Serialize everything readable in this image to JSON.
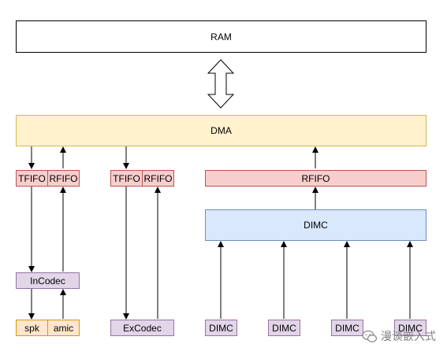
{
  "ram": {
    "label": "RAM"
  },
  "dma": {
    "label": "DMA"
  },
  "left": {
    "tfifo": "TFIFO",
    "rfifo": "RFIFO",
    "incodec": "InCodec",
    "spk": "spk",
    "amic": "amic"
  },
  "middle": {
    "tfifo": "TFIFO",
    "rfifo": "RFIFO",
    "excodec": "ExCodec"
  },
  "right": {
    "rfifo": "RFIFO",
    "dimc": "DIMC",
    "inputs": [
      "DIMC",
      "DIMC",
      "DIMC",
      "DIMC"
    ]
  },
  "watermark": {
    "text": "漫谈嵌入式",
    "icon": "wechat-icon"
  },
  "colors": {
    "dma_fill": "#fff2cc",
    "fifo_fill": "#f8cecc",
    "dimc_fill": "#dae8fc",
    "codec_fill": "#e1d5e7",
    "mic_fill": "#ffe6cc"
  }
}
